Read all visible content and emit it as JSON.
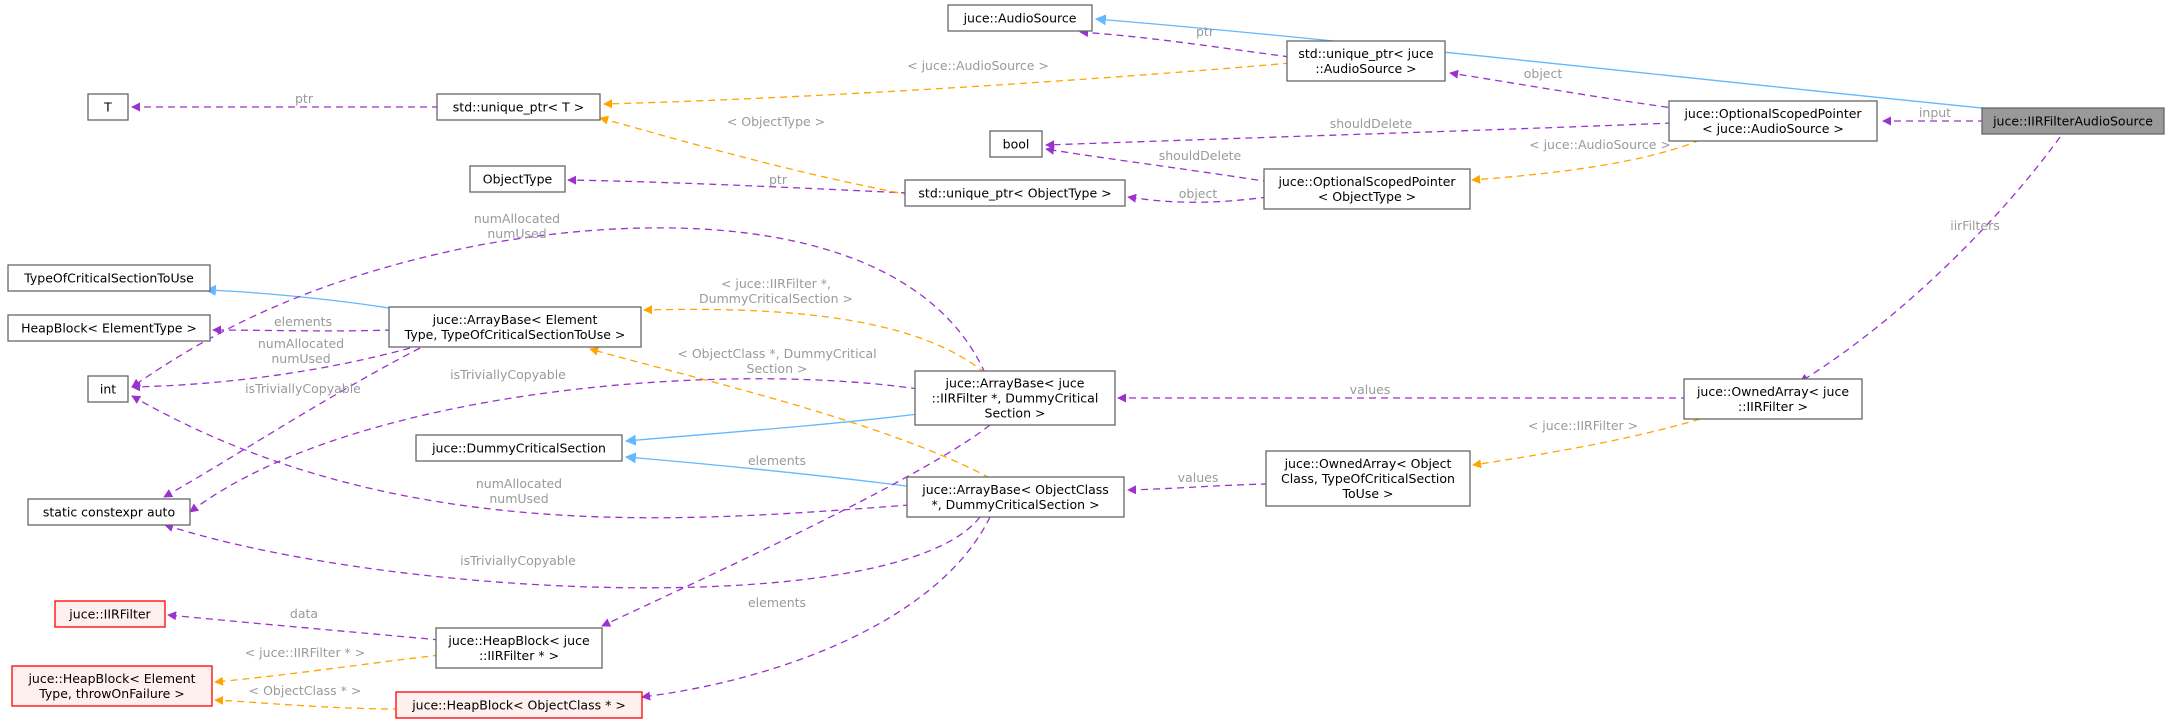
{
  "colors": {
    "usage_edge": "#9a32cd",
    "template_edge": "#ffa500",
    "inheritance_edge": "#63b8ff",
    "highlight_fill": "#999999",
    "undocumented_border": "#ff0000"
  },
  "nodes": {
    "audiosource": [
      "juce::AudioSource"
    ],
    "uniqueptr_audiosource": [
      "std::unique_ptr< juce",
      "::AudioSource >"
    ],
    "optptr_audiosource": [
      "juce::OptionalScopedPointer",
      "< juce::AudioSource >"
    ],
    "iirfilteraudiosource": [
      "juce::IIRFilterAudioSource"
    ],
    "t": [
      "T"
    ],
    "uniqueptr_t": [
      "std::unique_ptr< T >"
    ],
    "bool": [
      "bool"
    ],
    "objecttype": [
      "ObjectType"
    ],
    "uniqueptr_objecttype": [
      "std::unique_ptr< ObjectType >"
    ],
    "optptr_objecttype": [
      "juce::OptionalScopedPointer",
      "< ObjectType >"
    ],
    "typeofcs": [
      "TypeOfCriticalSectionToUse"
    ],
    "heapblock_elementtype": [
      "HeapBlock< ElementType >"
    ],
    "arraybase_generic": [
      "juce::ArrayBase< Element",
      "Type, TypeOfCriticalSectionToUse >"
    ],
    "int": [
      "int"
    ],
    "arraybase_iirfilter": [
      "juce::ArrayBase< juce",
      "::IIRFilter *, DummyCritical",
      "Section >"
    ],
    "ownedarray_iirfilter": [
      "juce::OwnedArray< juce",
      "::IIRFilter >"
    ],
    "dummycs": [
      "juce::DummyCriticalSection"
    ],
    "arraybase_objectclass": [
      "juce::ArrayBase< ObjectClass",
      "*, DummyCriticalSection >"
    ],
    "ownedarray_generic": [
      "juce::OwnedArray< Object",
      "Class, TypeOfCriticalSection",
      "ToUse >"
    ],
    "constexpr_auto": [
      "static constexpr auto"
    ],
    "iirfilter": [
      "juce::IIRFilter"
    ],
    "heapblock_iirfilter": [
      "juce::HeapBlock< juce",
      "::IIRFilter * >"
    ],
    "heapblock_generic": [
      "juce::HeapBlock< Element",
      "Type, throwOnFailure >"
    ],
    "heapblock_objectclass": [
      "juce::HeapBlock< ObjectClass * >"
    ]
  },
  "edge_labels": {
    "ptr_audiosource": [
      "ptr"
    ],
    "tmpl_audiosource": [
      "< juce::AudioSource >"
    ],
    "object_top": [
      "object"
    ],
    "input": [
      "input"
    ],
    "ptr_t": [
      "ptr"
    ],
    "shoulddelete_top": [
      "shouldDelete"
    ],
    "tmpl_objecttype": [
      "< ObjectType >"
    ],
    "tmpl_juce_audiosource": [
      "< juce::AudioSource >"
    ],
    "shoulddelete_bottom": [
      "shouldDelete"
    ],
    "ptr_objecttype": [
      "ptr"
    ],
    "object_bottom": [
      "object"
    ],
    "iirfilters": [
      "iirFilters"
    ],
    "numalloc_top": [
      "numAllocated",
      "numUsed"
    ],
    "tmpl_iirfilter_dummy": [
      "< juce::IIRFilter *,",
      "DummyCriticalSection >"
    ],
    "elements_top": [
      "elements"
    ],
    "numalloc_mid": [
      "numAllocated",
      "numUsed"
    ],
    "istrivially_mid": [
      "isTriviallyCopyable"
    ],
    "istrivially_left": [
      "isTriviallyCopyable"
    ],
    "tmpl_objectclass_dummy": [
      "< ObjectClass *, DummyCritical",
      "Section >"
    ],
    "values_top": [
      "values"
    ],
    "tmpl_juce_iirfilter": [
      "< juce::IIRFilter >"
    ],
    "elements_mid": [
      "elements"
    ],
    "numalloc_bottom": [
      "numAllocated",
      "numUsed"
    ],
    "values_bottom": [
      "values"
    ],
    "istrivially_bottom": [
      "isTriviallyCopyable"
    ],
    "data": [
      "data"
    ],
    "elements_bottom": [
      "elements"
    ],
    "tmpl_iirfilter_ptr": [
      "< juce::IIRFilter * >"
    ],
    "tmpl_objectclass_ptr": [
      "< ObjectClass * >"
    ]
  }
}
